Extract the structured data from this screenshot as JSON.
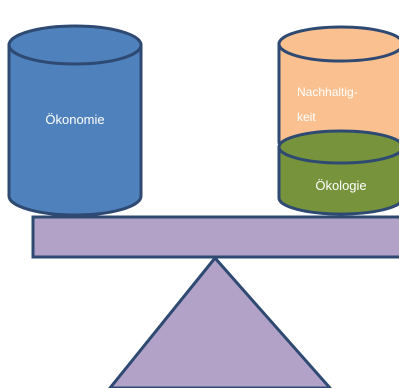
{
  "diagram": {
    "labels": {
      "economy": "Ökonomie",
      "sustainability_line1": "Nachhaltig-",
      "sustainability_line2": "keit",
      "ecology": "Ökologie"
    },
    "colors": {
      "economy_fill": "#4F81BD",
      "economy_stroke": "#2E5486",
      "sustainability_fill": "#FAC090",
      "ecology_fill": "#77933C",
      "beam_fill": "#B3A2C7",
      "fulcrum_fill": "#B3A2C7",
      "outline": "#2E4A72"
    }
  }
}
